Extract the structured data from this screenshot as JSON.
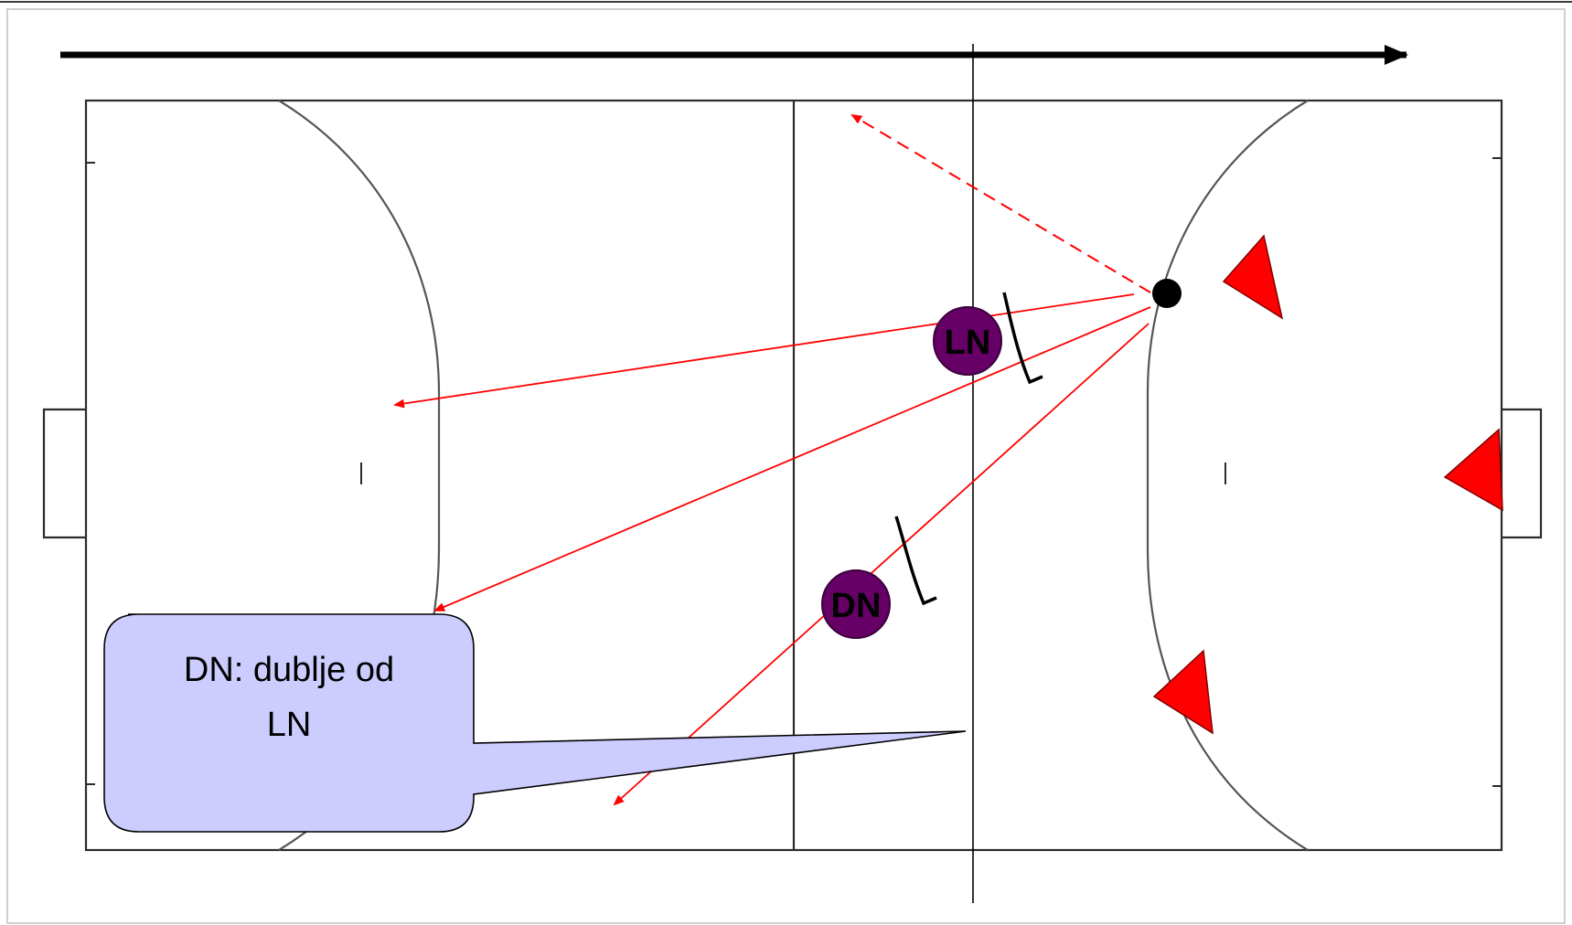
{
  "diagram": {
    "colors": {
      "pass_line": "#ff0000",
      "opponent": "#ff0000",
      "player_fill": "#660066",
      "ball": "#000000",
      "callout_fill": "#ccccff",
      "court_line": "#2b2b2b"
    },
    "players": [
      {
        "label": "LN"
      },
      {
        "label": "DN"
      }
    ],
    "callout": {
      "line1": "DN: dublje od",
      "line2": "LN"
    },
    "icons": [
      "direction-arrow",
      "ball",
      "opponent-triangle",
      "defense-stick"
    ]
  }
}
